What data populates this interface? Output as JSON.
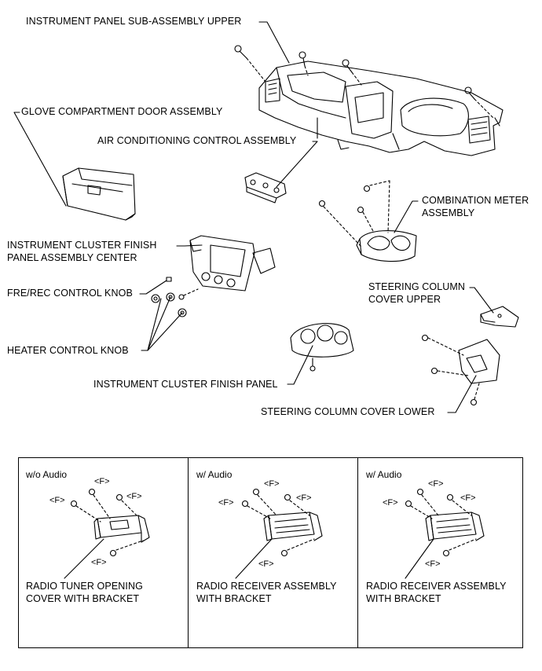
{
  "labels": {
    "ip_upper": "INSTRUMENT PANEL SUB-ASSEMBLY UPPER",
    "glove_door": "GLOVE COMPARTMENT DOOR ASSEMBLY",
    "ac_control": "AIR CONDITIONING CONTROL ASSEMBLY",
    "combo_meter_1": "COMBINATION METER",
    "combo_meter_2": "ASSEMBLY",
    "cluster_center_1": "INSTRUMENT CLUSTER FINISH",
    "cluster_center_2": "PANEL ASSEMBLY CENTER",
    "fre_rec": "FRE/REC CONTROL KNOB",
    "col_upper_1": "STEERING COLUMN",
    "col_upper_2": "COVER UPPER",
    "heater_knob": "HEATER CONTROL KNOB",
    "cluster_panel": "INSTRUMENT CLUSTER FINISH PANEL",
    "col_lower": "STEERING COLUMN COVER LOWER"
  },
  "fastener_mark": "<F>",
  "variants": [
    {
      "title": "w/o Audio",
      "part_1": "RADIO TUNER OPENING",
      "part_2": "COVER WITH BRACKET"
    },
    {
      "title": "w/ Audio",
      "part_1": "RADIO RECEIVER ASSEMBLY",
      "part_2": "WITH BRACKET"
    },
    {
      "title": "w/ Audio",
      "part_1": "RADIO RECEIVER ASSEMBLY",
      "part_2": "WITH BRACKET"
    }
  ]
}
